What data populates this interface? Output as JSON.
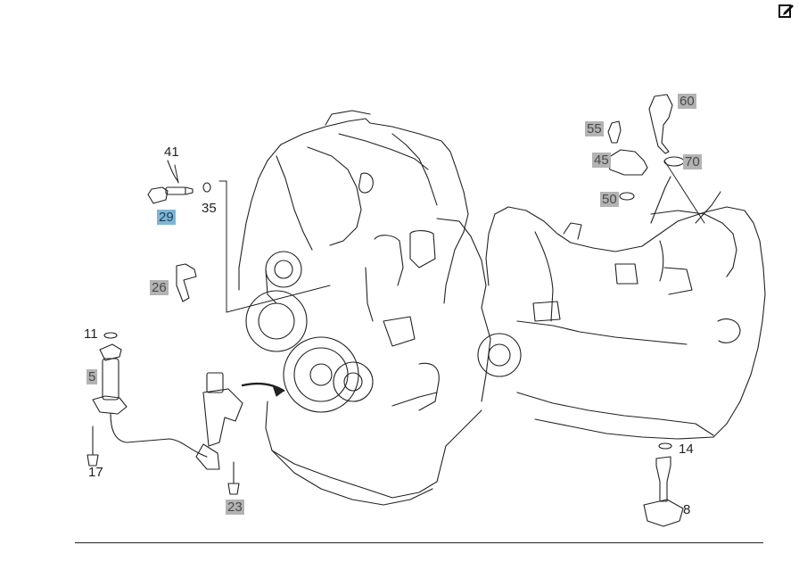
{
  "toolbar": {
    "edit_icon": "edit-icon"
  },
  "callouts": [
    {
      "id": "41",
      "label": "41",
      "style": "plain"
    },
    {
      "id": "29",
      "label": "29",
      "style": "selected"
    },
    {
      "id": "35",
      "label": "35",
      "style": "plain"
    },
    {
      "id": "26",
      "label": "26",
      "style": "highlighted"
    },
    {
      "id": "11",
      "label": "11",
      "style": "plain"
    },
    {
      "id": "5",
      "label": "5",
      "style": "highlighted"
    },
    {
      "id": "17",
      "label": "17",
      "style": "plain"
    },
    {
      "id": "23",
      "label": "23",
      "style": "highlighted"
    },
    {
      "id": "60",
      "label": "60",
      "style": "highlighted"
    },
    {
      "id": "55",
      "label": "55",
      "style": "highlighted"
    },
    {
      "id": "45",
      "label": "45",
      "style": "highlighted"
    },
    {
      "id": "70",
      "label": "70",
      "style": "highlighted"
    },
    {
      "id": "50",
      "label": "50",
      "style": "highlighted"
    },
    {
      "id": "14",
      "label": "14",
      "style": "plain"
    },
    {
      "id": "8",
      "label": "8",
      "style": "plain"
    }
  ],
  "colors": {
    "line": "#222222",
    "highlight": "#b3b3b3",
    "selected": "#7fb6d6"
  }
}
